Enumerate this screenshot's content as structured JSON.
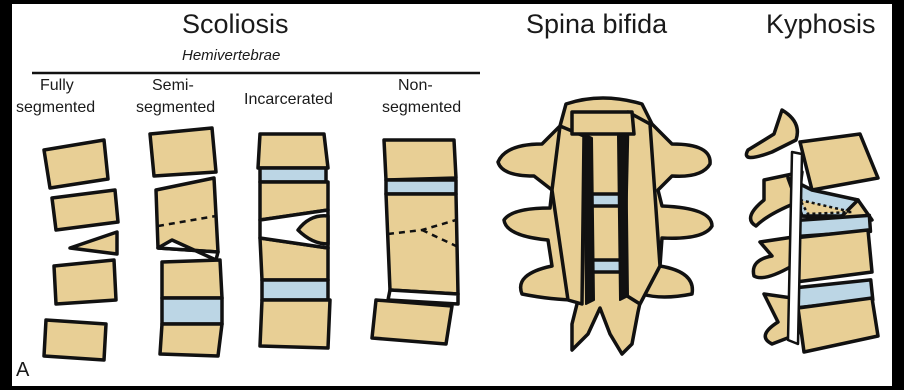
{
  "panel_letter": "A",
  "headings": {
    "scoliosis": "Scoliosis",
    "hemivertebrae": "Hemivertebrae",
    "spina_bifida": "Spina bifida",
    "kyphosis": "Kyphosis"
  },
  "columns": {
    "fully_line1": "Fully",
    "fully_line2": "segmented",
    "semi_line1": "Semi-",
    "semi_line2": "segmented",
    "incarcerated": "Incarcerated",
    "non_line1": "Non-",
    "non_line2": "segmented"
  },
  "colors": {
    "bone": "#E8CF95",
    "disc": "#BCD6E5",
    "outline": "#111111",
    "background": "#FFFFFF",
    "frame": "#000000"
  }
}
